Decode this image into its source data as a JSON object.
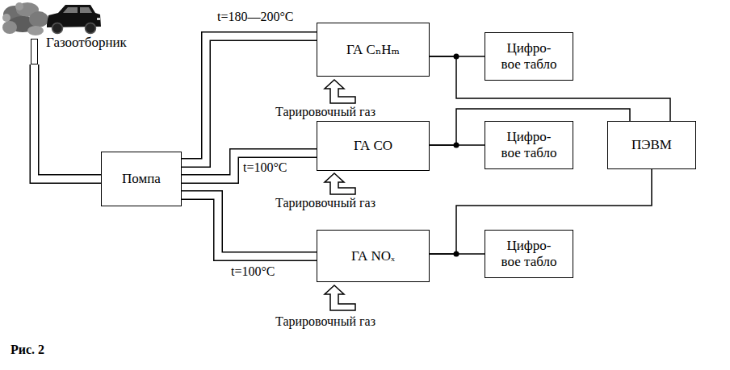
{
  "diagram": {
    "caption": "Рис. 2",
    "nodes": [
      {
        "text": [
          "Газоотборник"
        ]
      },
      {
        "text": [
          "Помпа"
        ]
      },
      {
        "text": [
          "ГА CₙHₘ"
        ]
      },
      {
        "text": [
          "Цифро- вое табло"
        ]
      },
      {
        "text": [
          "ГА CO"
        ]
      },
      {
        "text": [
          "Цифро- вое табло"
        ]
      },
      {
        "text": [
          "ПЭВМ"
        ]
      },
      {
        "text": [
          "ГА NOₓ"
        ]
      },
      {
        "text": [
          "Цифро- вое табло"
        ]
      }
    ],
    "edges": [
      {
        "from": 0,
        "to": 1,
        "arrow": "none"
      },
      {
        "from": 1,
        "to": 2,
        "arrow": "none"
      },
      {
        "from": 1,
        "to": 4,
        "arrow": "none"
      },
      {
        "from": 1,
        "to": 7,
        "arrow": "none"
      },
      {
        "from": 2,
        "to": 3,
        "arrow": "none"
      },
      {
        "from": 2,
        "to": 6,
        "arrow": "none"
      },
      {
        "from": 4,
        "to": 5,
        "arrow": "none"
      },
      {
        "from": 4,
        "to": 6,
        "arrow": "none"
      },
      {
        "from": 7,
        "to": 8,
        "arrow": "none"
      },
      {
        "from": 7,
        "to": 6,
        "arrow": "none"
      }
    ],
    "labels": [
      "t=180—200°C",
      "t=100°C",
      "t=100°C",
      "Тарировочный газ",
      "Тарировочный газ",
      "Тарировочный газ"
    ]
  }
}
